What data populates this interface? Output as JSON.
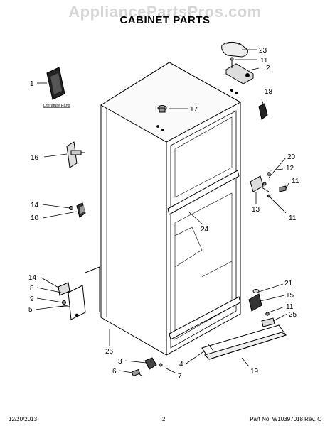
{
  "watermark": "AppliancePartsPros.com",
  "title": "CABINET PARTS",
  "literature_label": "Literature Parts",
  "footer": {
    "date": "12/20/2013",
    "page": "2",
    "part_no": "Part No. W10397018 Rev. C"
  },
  "callouts": {
    "c1": "1",
    "c2": "2",
    "c3": "3",
    "c4": "4",
    "c5": "5",
    "c6": "6",
    "c7": "7",
    "c8": "8",
    "c9": "9",
    "c10": "10",
    "c11a": "11",
    "c11b": "11",
    "c11c": "11",
    "c11d": "11",
    "c12": "12",
    "c13": "13",
    "c14a": "14",
    "c14b": "14",
    "c15": "15",
    "c16": "16",
    "c17": "17",
    "c18": "18",
    "c19": "19",
    "c20": "20",
    "c21": "21",
    "c23": "23",
    "c24": "24",
    "c25": "25",
    "c26": "26"
  }
}
